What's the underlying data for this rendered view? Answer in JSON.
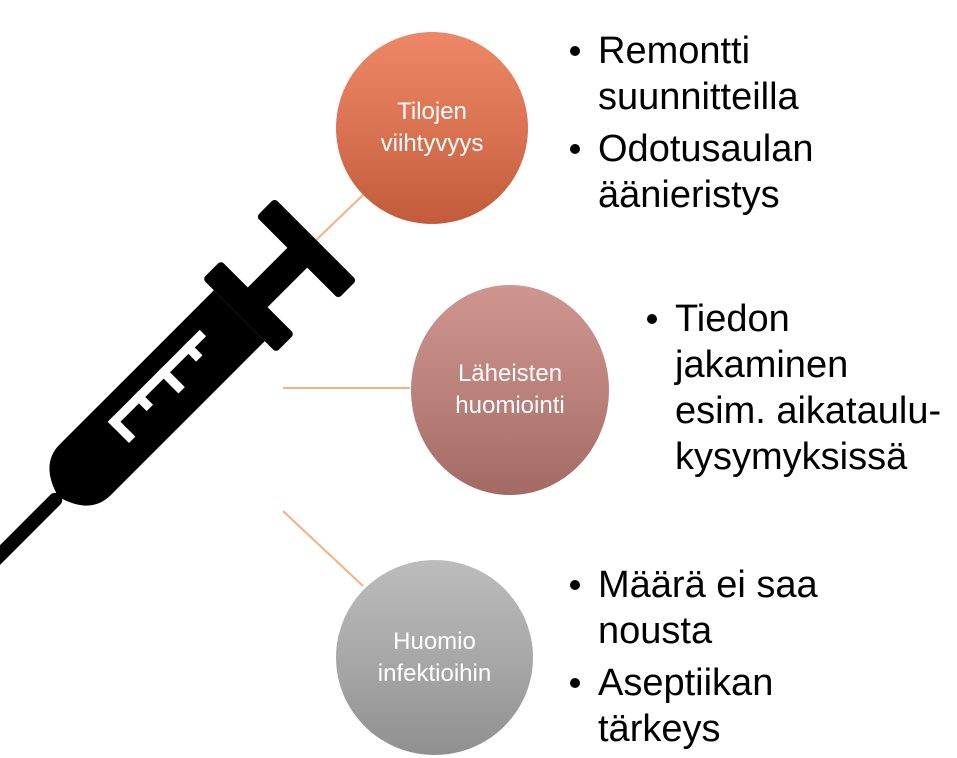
{
  "colors": {
    "connector_line": "#f4b183",
    "circle_1": "#d7714f",
    "circle_2": "#b9807a",
    "circle_3": "#a6a6a6",
    "syringe": "#000000"
  },
  "icons": {
    "syringe": "syringe-icon"
  },
  "nodes": [
    {
      "label": "Tilojen\nviihtyvyys",
      "bullets": [
        "Remontti\nsuunnitteilla",
        "Odotusaulan\näänieristys"
      ]
    },
    {
      "label": "Läheisten\nhuomiointi",
      "bullets": [
        "Tiedon\njakaminen\nesim. aikataulu-\nkysymyksissä"
      ]
    },
    {
      "label": "Huomio\ninfektioihin",
      "bullets": [
        "Määrä ei saa\nnousta",
        "Aseptiikan\ntärkeys"
      ]
    }
  ]
}
